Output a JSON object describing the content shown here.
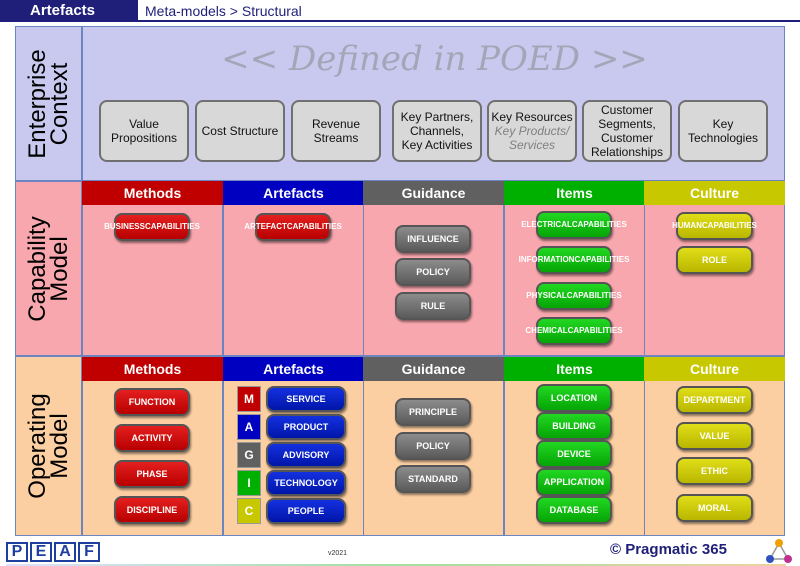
{
  "header": {
    "tab": "Artefacts",
    "path": "Meta-models > Structural"
  },
  "rows": {
    "enterprise": [
      "Enterprise",
      "Context"
    ],
    "capability": [
      "Capability",
      "Model"
    ],
    "operating": [
      "Operating",
      "Model"
    ]
  },
  "enterprise": {
    "title": "<< Defined in POED >>",
    "boxes": [
      {
        "lines": [
          "Value",
          "Propositions"
        ],
        "sub": []
      },
      {
        "lines": [
          "Cost Structure"
        ],
        "sub": []
      },
      {
        "lines": [
          "Revenue",
          "Streams"
        ],
        "sub": []
      },
      {
        "lines": [
          "Key Partners,",
          "Channels,",
          "Key Activities"
        ],
        "sub": []
      },
      {
        "lines": [
          "Key Resources"
        ],
        "sub": [
          "Key Products/",
          "Services"
        ]
      },
      {
        "lines": [
          "Customer",
          "Segments,",
          "Customer",
          "Relationships"
        ],
        "sub": []
      },
      {
        "lines": [
          "Key",
          "Technologies"
        ],
        "sub": []
      }
    ]
  },
  "columns": [
    "Methods",
    "Artefacts",
    "Guidance",
    "Items",
    "Culture"
  ],
  "colors": {
    "methods": "#c00000",
    "artefacts": "#0000c0",
    "guidance": "#606060",
    "items": "#00b000",
    "culture": "#c8c800"
  },
  "capability": {
    "methods": [
      [
        "BUSINESS",
        "CAPABILITIES"
      ]
    ],
    "artefacts": [
      [
        "ARTEFACT",
        "CAPABILITIES"
      ]
    ],
    "guidance": [
      "INFLUENCE",
      "POLICY",
      "RULE"
    ],
    "items": [
      [
        "ELECTRICAL",
        "CAPABILITIES"
      ],
      [
        "INFORMATION",
        "CAPABILITIES"
      ],
      [
        "PHYSICAL",
        "CAPABILITIES"
      ],
      [
        "CHEMICAL",
        "CAPABILITIES"
      ]
    ],
    "culture": [
      [
        "HUMAN",
        "CAPABILITIES"
      ],
      [
        "ROLE"
      ]
    ]
  },
  "operating": {
    "methods": [
      "FUNCTION",
      "ACTIVITY",
      "PHASE",
      "DISCIPLINE"
    ],
    "artefact_letters": [
      "M",
      "A",
      "G",
      "I",
      "C"
    ],
    "letter_colors": [
      "#c00000",
      "#0000c0",
      "#606060",
      "#00b000",
      "#c8c800"
    ],
    "artefacts": [
      "SERVICE",
      "PRODUCT",
      "ADVISORY",
      "TECHNOLOGY",
      "PEOPLE"
    ],
    "guidance": [
      "PRINCIPLE",
      "POLICY",
      "STANDARD"
    ],
    "items": [
      "LOCATION",
      "BUILDING",
      "DEVICE",
      "APPLICATION",
      "DATABASE"
    ],
    "culture": [
      "DEPARTMENT",
      "VALUE",
      "ETHIC",
      "MORAL"
    ]
  },
  "footer": {
    "logo_letters": [
      "P",
      "E",
      "A",
      "F"
    ],
    "version": "v2021",
    "copyright": "© Pragmatic 365"
  }
}
